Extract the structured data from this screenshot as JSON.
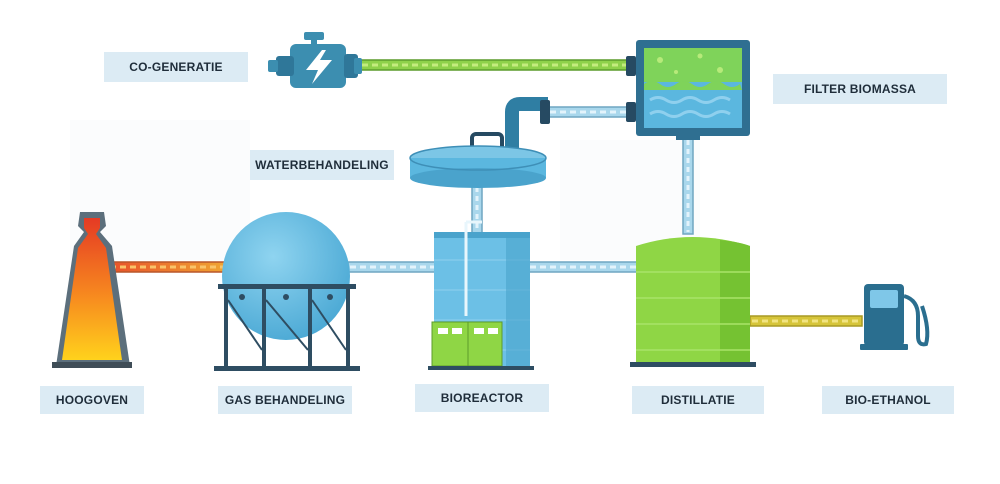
{
  "labels": {
    "cogeneratie": "CO-GENERATIE",
    "filter_biomassa": "FILTER BIOMASSA",
    "waterbehandeling": "WATERBEHANDELING",
    "hoogoven": "HOOGOVEN",
    "gas_behandeling": "GAS BEHANDELING",
    "bioreactor": "BIOREACTOR",
    "distillatie": "DISTILLATIE",
    "bio_ethanol": "BIO-ETHANOL"
  },
  "colors": {
    "label_bg": "#dcebf4",
    "pipe_water": "#a9d7ec",
    "pipe_green": "#8ed14a",
    "pipe_hot": "#e8692a",
    "pipe_yellow": "#d6c53a",
    "tank_blue": "#5bb7df",
    "tank_green": "#8fd645",
    "engine": "#3c8eb0",
    "furnace_top": "#e53a24",
    "furnace_bottom": "#ffd21c"
  },
  "icons": [
    "engine-icon",
    "furnace-icon",
    "gas-sphere-icon",
    "settling-basin-icon",
    "bioreactor-tank-icon",
    "filter-tank-icon",
    "distillation-tank-icon",
    "fuel-pump-icon"
  ]
}
